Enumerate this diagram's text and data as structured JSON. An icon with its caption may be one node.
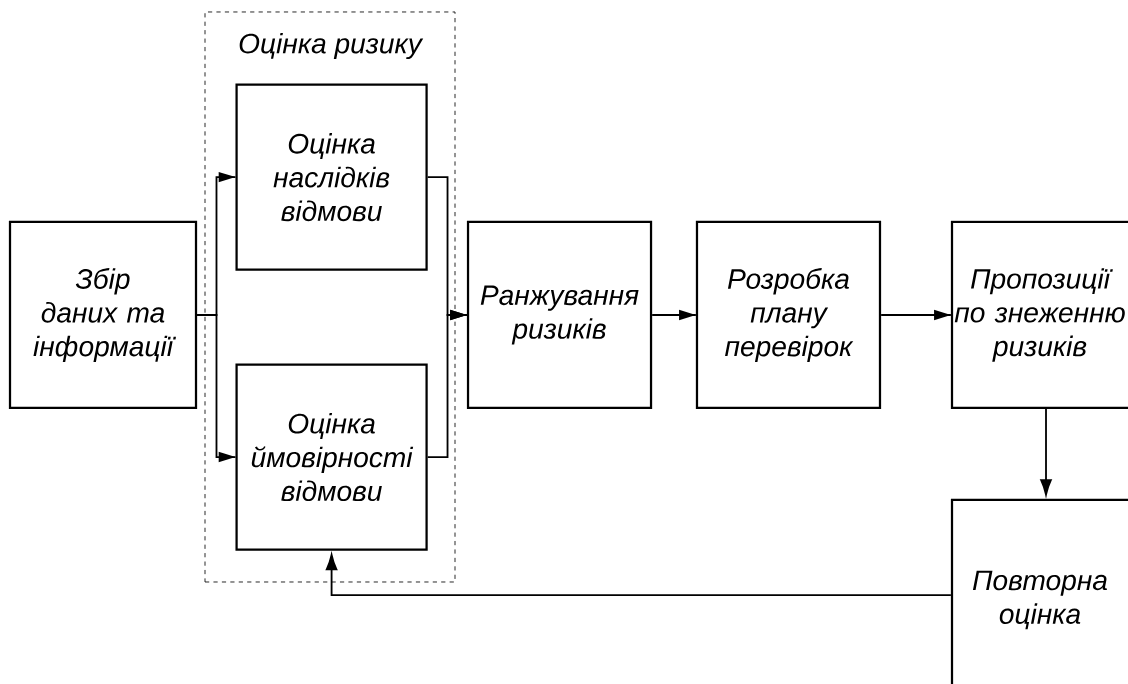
{
  "diagram": {
    "nodes": [
      {
        "text": [
          "Оцінка ризику"
        ]
      },
      {
        "text": [
          "Збір даних та інформації"
        ]
      },
      {
        "text": [
          "Оцінка наслідків відмови"
        ],
        "in": 0
      },
      {
        "text": [
          "Оцінка ймовірності відмови"
        ],
        "in": 0
      },
      {
        "text": [
          "Ранжування ризиків"
        ]
      },
      {
        "text": [
          "Розробка плану перевірок"
        ]
      },
      {
        "text": [
          "Пропозиції по знеженню ризиків"
        ]
      },
      {
        "text": [
          "Повторна оцінка"
        ]
      }
    ],
    "edges": [
      {
        "from": 1,
        "to": 2,
        "arrow": "to"
      },
      {
        "from": 1,
        "to": 3,
        "arrow": "to"
      },
      {
        "from": 2,
        "to": 4,
        "arrow": "to"
      },
      {
        "from": 3,
        "to": 4,
        "arrow": "to"
      },
      {
        "from": 4,
        "to": 5,
        "arrow": "to"
      },
      {
        "from": 5,
        "to": 6,
        "arrow": "to"
      },
      {
        "from": 6,
        "to": 7,
        "arrow": "to"
      },
      {
        "from": 7,
        "to": 3,
        "arrow": "to"
      }
    ]
  }
}
